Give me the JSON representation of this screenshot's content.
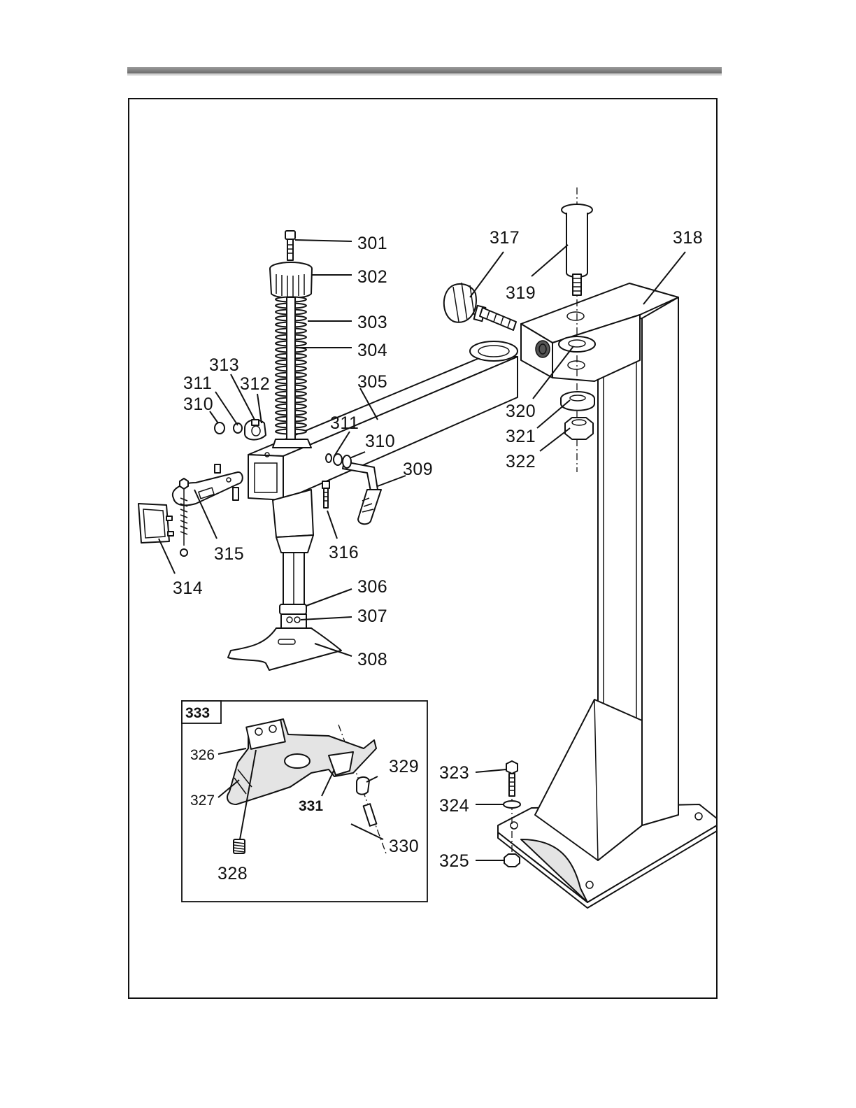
{
  "callouts": [
    {
      "id": "301",
      "text": "301"
    },
    {
      "id": "302",
      "text": "302"
    },
    {
      "id": "303",
      "text": "303"
    },
    {
      "id": "304",
      "text": "304"
    },
    {
      "id": "305",
      "text": "305"
    },
    {
      "id": "306",
      "text": "306"
    },
    {
      "id": "307",
      "text": "307"
    },
    {
      "id": "308",
      "text": "308"
    },
    {
      "id": "309",
      "text": "309"
    },
    {
      "id": "310a",
      "text": "310"
    },
    {
      "id": "310b",
      "text": "310"
    },
    {
      "id": "311a",
      "text": "311"
    },
    {
      "id": "311b",
      "text": "311"
    },
    {
      "id": "312",
      "text": "312"
    },
    {
      "id": "313",
      "text": "313"
    },
    {
      "id": "314",
      "text": "314"
    },
    {
      "id": "315",
      "text": "315"
    },
    {
      "id": "316",
      "text": "316"
    },
    {
      "id": "317",
      "text": "317"
    },
    {
      "id": "318",
      "text": "318"
    },
    {
      "id": "319",
      "text": "319"
    },
    {
      "id": "320",
      "text": "320"
    },
    {
      "id": "321",
      "text": "321"
    },
    {
      "id": "322",
      "text": "322"
    },
    {
      "id": "323",
      "text": "323"
    },
    {
      "id": "324",
      "text": "324"
    },
    {
      "id": "325",
      "text": "325"
    },
    {
      "id": "326",
      "text": "326"
    },
    {
      "id": "327",
      "text": "327"
    },
    {
      "id": "328",
      "text": "328"
    },
    {
      "id": "329",
      "text": "329"
    },
    {
      "id": "330",
      "text": "330"
    },
    {
      "id": "331",
      "text": "331"
    }
  ],
  "inset": {
    "label": "333"
  }
}
